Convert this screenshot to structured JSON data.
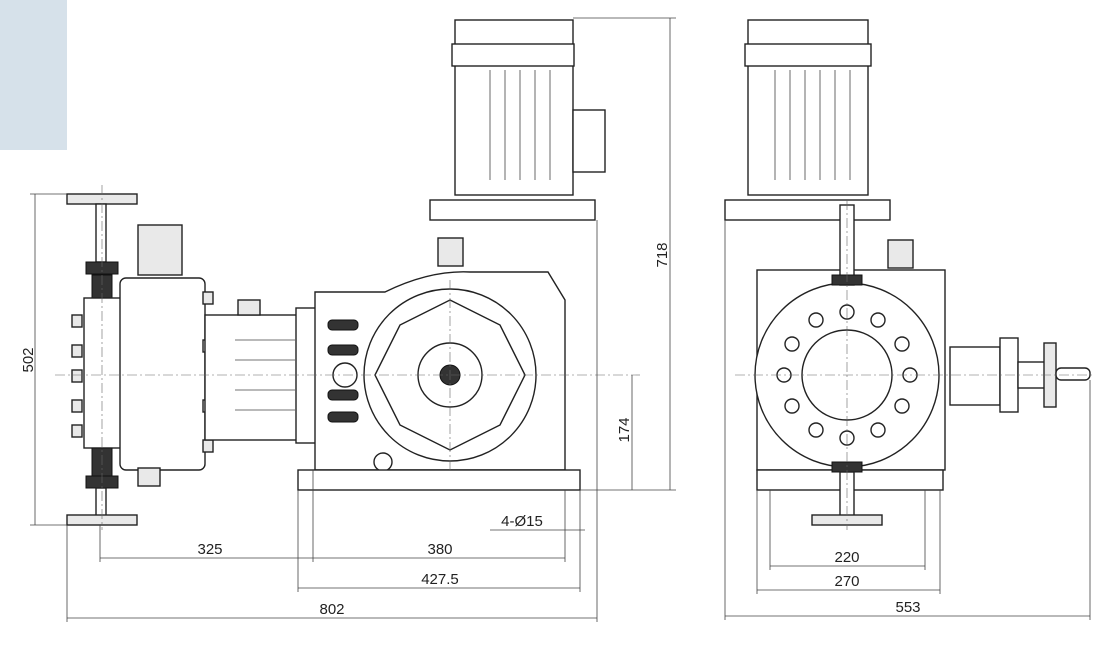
{
  "colors": {
    "corner_block": "#d6e1ea",
    "line": "#222222"
  },
  "dimensions": {
    "overall_height_left": "502",
    "overall_height": "718",
    "shaft_height": "174",
    "hole_spec": "4-Ø15",
    "head_offset": "325",
    "base_hole_spacing": "380",
    "base_length": "427.5",
    "overall_length": "802",
    "base_width_holes": "220",
    "base_width": "270",
    "overall_width": "553"
  }
}
